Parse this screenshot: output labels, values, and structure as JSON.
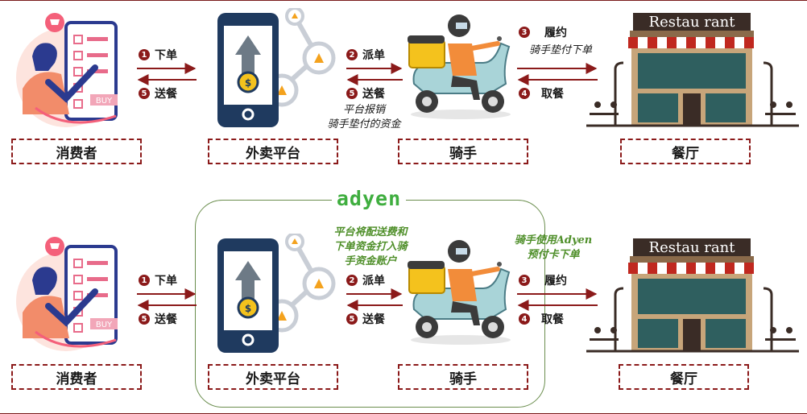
{
  "colors": {
    "accent_red": "#8b1a1a",
    "adyen_green": "#3fae3f",
    "note_green": "#4f8f2a"
  },
  "top_row": {
    "labels": {
      "consumer": "消费者",
      "platform": "外卖平台",
      "rider": "骑手",
      "restaurant": "餐厅"
    },
    "steps": {
      "s1": {
        "num": "1",
        "text": "下单"
      },
      "s5a": {
        "num": "5",
        "text": "送餐"
      },
      "s2": {
        "num": "2",
        "text": "派单"
      },
      "s5b": {
        "num": "5",
        "text": "送餐"
      },
      "s3": {
        "num": "3",
        "text": "履约"
      },
      "s4": {
        "num": "4",
        "text": "取餐"
      }
    },
    "notes": {
      "rider_advance": "骑手垫付下单",
      "reimburse_line1": "平台报销",
      "reimburse_line2": "骑手垫付的资金"
    }
  },
  "bottom_row": {
    "adyen_logo": "adyen",
    "labels": {
      "consumer": "消费者",
      "platform": "外卖平台",
      "rider": "骑手",
      "restaurant": "餐厅"
    },
    "steps": {
      "s1": {
        "num": "1",
        "text": "下单"
      },
      "s5a": {
        "num": "5",
        "text": "送餐"
      },
      "s2": {
        "num": "2",
        "text": "派单"
      },
      "s5b": {
        "num": "5",
        "text": "送餐"
      },
      "s3": {
        "num": "3",
        "text": "履约"
      },
      "s4": {
        "num": "4",
        "text": "取餐"
      }
    },
    "notes": {
      "platform_fund_1": "平台将配送费和",
      "platform_fund_2": "下单资金打入骑",
      "platform_fund_3": "手资金账户",
      "rider_card_1": "骑手使用Adyen",
      "rider_card_2": "预付卡下单"
    }
  },
  "icons": {
    "consumer": "shopping-phone-person-icon",
    "platform": "smartphone-coin-upload-icon",
    "rider": "delivery-scooter-rider-icon",
    "restaurant": "restaurant-storefront-icon",
    "restaurant_sign": "Restau rant",
    "buy_tag": "BUY"
  }
}
